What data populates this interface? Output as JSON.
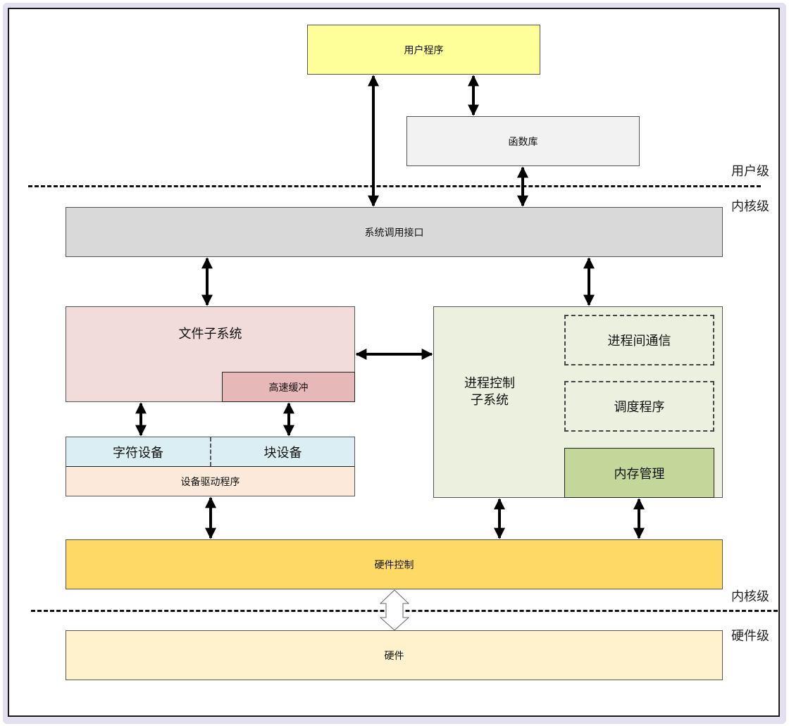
{
  "diagram": {
    "user_program": "用户程序",
    "library": "函数库",
    "syscall_interface": "系统调用接口",
    "file_subsystem": "文件子系统",
    "buffer_cache": "高速缓冲",
    "char_device": "字符设备",
    "block_device": "块设备",
    "device_driver": "设备驱动程序",
    "process_control_line1": "进程控制",
    "process_control_line2": "子系统",
    "ipc": "进程间通信",
    "scheduler": "调度程序",
    "memory_mgmt": "内存管理",
    "hardware_control": "硬件控制",
    "hardware": "硬件"
  },
  "levels": {
    "user_level": "用户级",
    "kernel_level_top": "内核级",
    "kernel_level_bottom": "内核级",
    "hardware_level": "硬件级"
  },
  "colors": {
    "user_program": "#ffff99",
    "library": "#f2f2f2",
    "syscall": "#d9d9d9",
    "file_subsystem": "#f2dcdb",
    "buffer_cache": "#e6b8b7",
    "device_row": "#dbeef4",
    "device_driver": "#fde9d9",
    "process_control": "#ebf1de",
    "memory_mgmt": "#c4d79b",
    "hardware_control": "#ffd966",
    "hardware": "#fff2cc"
  }
}
